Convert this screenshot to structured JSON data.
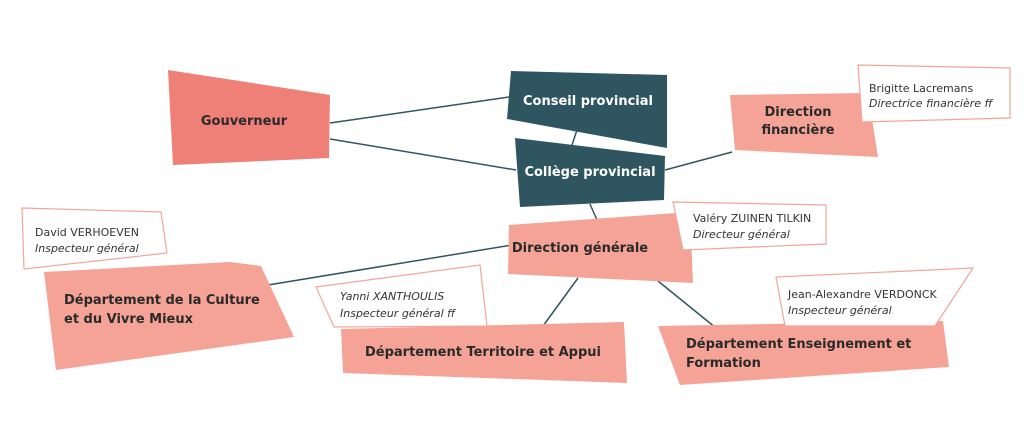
{
  "colors": {
    "governor": "#ee8078",
    "council": "#2f5660",
    "department": "#f5a397",
    "connector": "#2f5660"
  },
  "nodes": {
    "gouverneur": "Gouverneur",
    "conseil": "Conseil provincial",
    "college": "Collège provincial",
    "direction_financiere": [
      "Direction",
      "financière"
    ],
    "direction_generale": "Direction générale",
    "culture": [
      "Département de la Culture",
      "et du Vivre Mieux"
    ],
    "territoire": "Département Territoire et Appui",
    "enseignement": [
      "Département Enseignement et",
      "Formation"
    ]
  },
  "people": {
    "financiere": {
      "name": "Brigitte Lacremans",
      "title": "Directrice financière ff"
    },
    "generale": {
      "name": "Valéry ZUINEN TILKIN",
      "title": "Directeur général"
    },
    "culture": {
      "name": "David VERHOEVEN",
      "title": "Inspecteur général"
    },
    "territoire": {
      "name": "Yanni XANTHOULIS",
      "title": "Inspecteur général ff"
    },
    "enseignement": {
      "name": "Jean-Alexandre VERDONCK",
      "title": "Inspecteur général"
    }
  }
}
